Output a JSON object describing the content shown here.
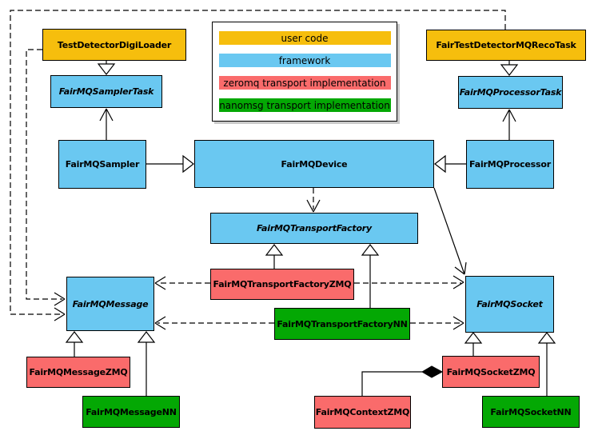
{
  "classes": {
    "test_detector_digi_loader": {
      "label": "TestDetectorDigiLoader",
      "category": "user code",
      "abstract": false
    },
    "fair_test_detector_mq_reco_task": {
      "label": "FairTestDetectorMQRecoTask",
      "category": "user code",
      "abstract": false
    },
    "fairmq_sampler_task": {
      "label": "FairMQSamplerTask",
      "category": "framework",
      "abstract": true
    },
    "fairmq_processor_task": {
      "label": "FairMQProcessorTask",
      "category": "framework",
      "abstract": true
    },
    "fairmq_sampler": {
      "label": "FairMQSampler",
      "category": "framework",
      "abstract": false
    },
    "fairmq_device": {
      "label": "FairMQDevice",
      "category": "framework",
      "abstract": false
    },
    "fairmq_processor": {
      "label": "FairMQProcessor",
      "category": "framework",
      "abstract": false
    },
    "fairmq_transport_factory": {
      "label": "FairMQTransportFactory",
      "category": "framework",
      "abstract": true
    },
    "fairmq_transport_factory_zmq": {
      "label": "FairMQTransportFactoryZMQ",
      "category": "zeromq transport implementation",
      "abstract": false
    },
    "fairmq_transport_factory_nn": {
      "label": "FairMQTransportFactoryNN",
      "category": "nanomsg transport implementation",
      "abstract": false
    },
    "fairmq_message": {
      "label": "FairMQMessage",
      "category": "framework",
      "abstract": true
    },
    "fairmq_socket": {
      "label": "FairMQSocket",
      "category": "framework",
      "abstract": true
    },
    "fairmq_message_zmq": {
      "label": "FairMQMessageZMQ",
      "category": "zeromq transport implementation",
      "abstract": false
    },
    "fairmq_message_nn": {
      "label": "FairMQMessageNN",
      "category": "nanomsg transport implementation",
      "abstract": false
    },
    "fairmq_socket_zmq": {
      "label": "FairMQSocketZMQ",
      "category": "zeromq transport implementation",
      "abstract": false
    },
    "fairmq_context_zmq": {
      "label": "FairMQContextZMQ",
      "category": "zeromq transport implementation",
      "abstract": false
    },
    "fairmq_socket_nn": {
      "label": "FairMQSocketNN",
      "category": "nanomsg transport implementation",
      "abstract": false
    }
  },
  "legend": {
    "items": [
      {
        "label": "user code",
        "color": "#F6BE0D"
      },
      {
        "label": "framework",
        "color": "#6AC8F1"
      },
      {
        "label": "zeromq transport implementation",
        "color": "#FA6B6B"
      },
      {
        "label": "nanomsg transport implementation",
        "color": "#04A804"
      }
    ]
  },
  "relationships": [
    {
      "from": "TestDetectorDigiLoader",
      "to": "FairMQSamplerTask",
      "type": "inheritance"
    },
    {
      "from": "FairTestDetectorMQRecoTask",
      "to": "FairMQProcessorTask",
      "type": "inheritance"
    },
    {
      "from": "FairMQSampler",
      "to": "FairMQSamplerTask",
      "type": "association"
    },
    {
      "from": "FairMQProcessor",
      "to": "FairMQProcessorTask",
      "type": "association"
    },
    {
      "from": "FairMQSampler",
      "to": "FairMQDevice",
      "type": "inheritance"
    },
    {
      "from": "FairMQProcessor",
      "to": "FairMQDevice",
      "type": "inheritance"
    },
    {
      "from": "FairMQDevice",
      "to": "FairMQTransportFactory",
      "type": "dependency"
    },
    {
      "from": "FairMQDevice",
      "to": "FairMQSocket",
      "type": "association"
    },
    {
      "from": "FairMQTransportFactoryZMQ",
      "to": "FairMQTransportFactory",
      "type": "inheritance"
    },
    {
      "from": "FairMQTransportFactoryNN",
      "to": "FairMQTransportFactory",
      "type": "inheritance"
    },
    {
      "from": "FairMQTransportFactoryZMQ",
      "to": "FairMQMessage",
      "type": "dependency"
    },
    {
      "from": "FairMQTransportFactoryZMQ",
      "to": "FairMQSocket",
      "type": "dependency"
    },
    {
      "from": "FairMQTransportFactoryNN",
      "to": "FairMQMessage",
      "type": "dependency"
    },
    {
      "from": "FairMQTransportFactoryNN",
      "to": "FairMQSocket",
      "type": "dependency"
    },
    {
      "from": "TestDetectorDigiLoader",
      "to": "FairMQMessage",
      "type": "dependency"
    },
    {
      "from": "FairTestDetectorMQRecoTask",
      "to": "FairMQMessage",
      "type": "dependency"
    },
    {
      "from": "FairMQMessageZMQ",
      "to": "FairMQMessage",
      "type": "inheritance"
    },
    {
      "from": "FairMQMessageNN",
      "to": "FairMQMessage",
      "type": "inheritance"
    },
    {
      "from": "FairMQSocketZMQ",
      "to": "FairMQSocket",
      "type": "inheritance"
    },
    {
      "from": "FairMQSocketNN",
      "to": "FairMQSocket",
      "type": "inheritance"
    },
    {
      "from": "FairMQContextZMQ",
      "to": "FairMQSocketZMQ",
      "type": "composition"
    }
  ]
}
